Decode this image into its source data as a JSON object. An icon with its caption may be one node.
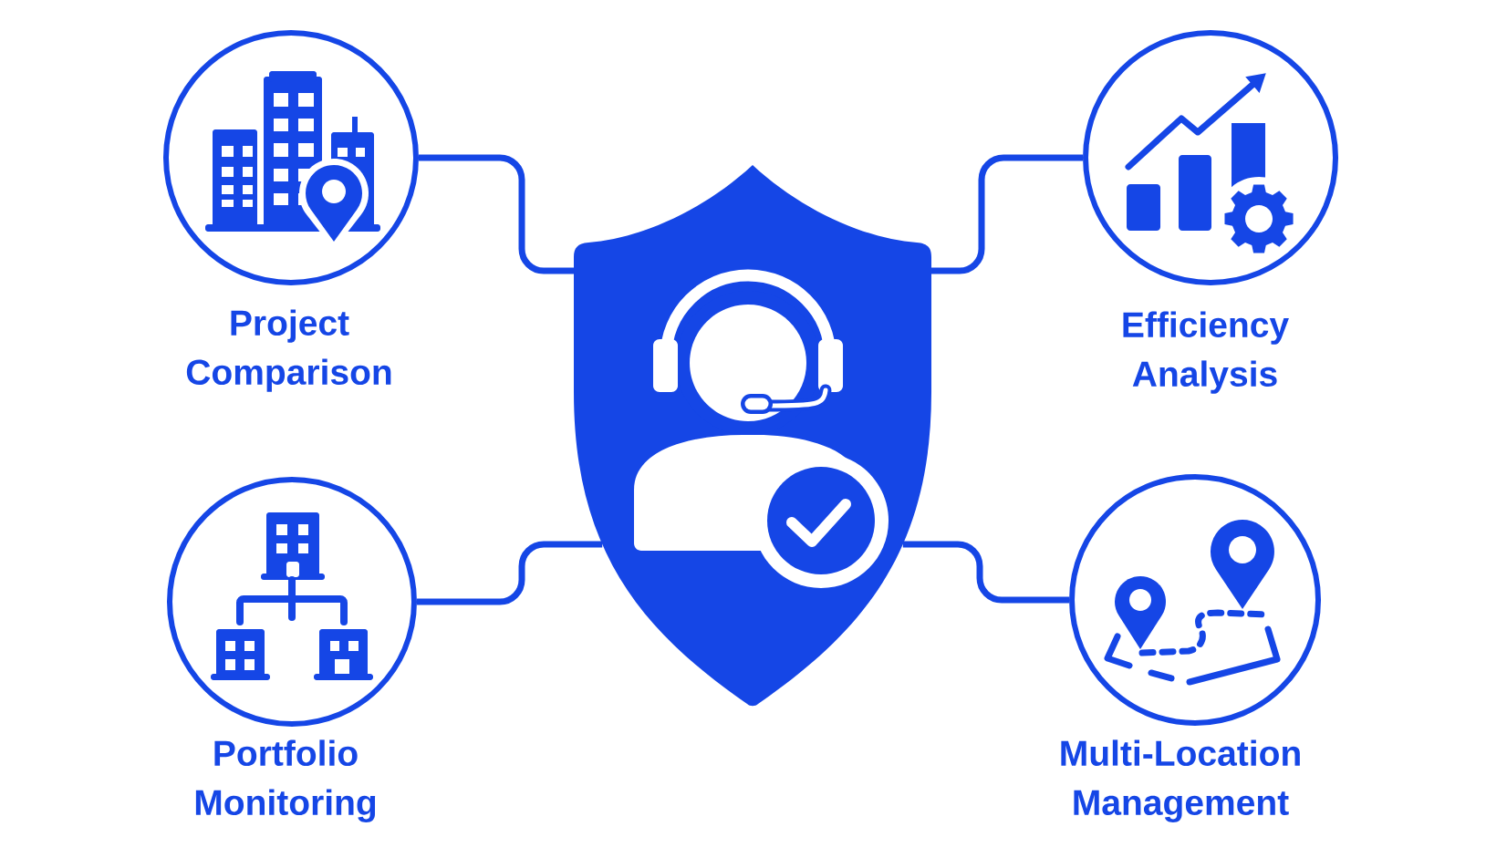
{
  "diagram": {
    "nodes": [
      {
        "text": [
          "Project Comparison"
        ]
      },
      {
        "text": [
          "Efficiency Analysis"
        ]
      },
      {
        "text": [],
        "shape": "shield"
      },
      {
        "text": [
          "Portfolio Monitoring"
        ]
      },
      {
        "text": [
          "Multi-Location Management"
        ]
      }
    ],
    "edges": [
      {
        "from": 0,
        "to": 2,
        "arrow": "none"
      },
      {
        "from": 1,
        "to": 2,
        "arrow": "none"
      },
      {
        "from": 3,
        "to": 2,
        "arrow": "none"
      },
      {
        "from": 4,
        "to": 2,
        "arrow": "none"
      }
    ]
  }
}
